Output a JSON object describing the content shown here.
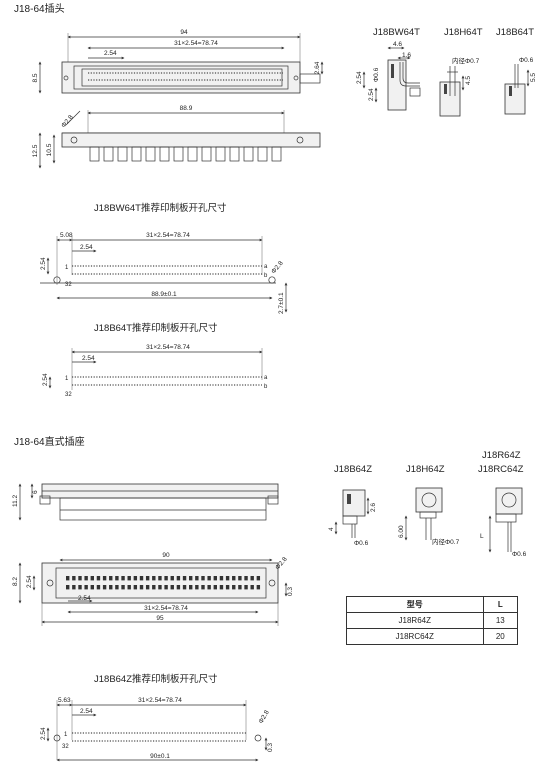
{
  "sections": {
    "plug_title": "J18-64插头",
    "socket_title": "J18-64直式插座"
  },
  "plug": {
    "variants": [
      "J18BW64T",
      "J18H64T",
      "J18B64T"
    ],
    "dims": {
      "overall_length": "94",
      "pin_span": "31×2.54=78.74",
      "pitch": "2.54",
      "height": "8.5",
      "right_height": "2.64",
      "mount_distance": "88.9",
      "mount_hole": "Φ2.8",
      "total_height": "12.5",
      "body_height": "10.5"
    },
    "bw_side": {
      "w1": "4.6",
      "w2": "1.6",
      "pin": "Φ0.6",
      "h1": "2.54",
      "h2": "2.54"
    },
    "h_side": {
      "bore": "内径Φ0.7",
      "len": "4.5"
    },
    "b_side": {
      "pin": "Φ0.6",
      "len": "5.5"
    }
  },
  "pcb_bw64t": {
    "title": "J18BW64T推荐印制板开孔尺寸",
    "dims": {
      "offset": "5.08",
      "pitch": "2.54",
      "span": "31×2.54=78.74",
      "row": "2.54",
      "hole": "Φ2.8",
      "mount": "88.9±0.1",
      "tol": "2.7±0.1",
      "pin_a": "1",
      "pin_b": "32",
      "row_a": "a",
      "row_b": "b"
    }
  },
  "pcb_b64t": {
    "title": "J18B64T推荐印制板开孔尺寸",
    "dims": {
      "span": "31×2.54=78.74",
      "pitch": "2.54",
      "row": "2.54",
      "pin_a": "1",
      "pin_b": "32",
      "row_a": "a",
      "row_b": "b"
    }
  },
  "socket": {
    "variants": [
      "J18B64Z",
      "J18H64Z",
      "J18R64Z",
      "J18RC64Z"
    ],
    "dims": {
      "height": "11.2",
      "inner": "6",
      "length": "90",
      "hole": "Φ2.8",
      "total_height": "8.2",
      "row": "2.54",
      "pitch": "2.54",
      "span": "31×2.54=78.74",
      "overall": "95",
      "offset": "0.3"
    },
    "b_side": {
      "h": "2.6",
      "len": "4",
      "pin": "Φ0.6"
    },
    "h_side": {
      "len": "6.00",
      "bore": "内径Φ0.7"
    },
    "r_side": {
      "len": "L",
      "pin": "Φ0.6"
    }
  },
  "table": {
    "headers": [
      "型号",
      "L"
    ],
    "rows": [
      [
        "J18R64Z",
        "13"
      ],
      [
        "J18RC64Z",
        "20"
      ]
    ]
  },
  "pcb_b64z": {
    "title": "J18B64Z推荐印制板开孔尺寸",
    "dims": {
      "offset": "5.63",
      "pitch": "2.54",
      "span": "31×2.54=78.74",
      "row": "2.54",
      "hole": "Φ2.8",
      "mount": "90±0.1",
      "tol": "0.3",
      "pin_a": "1",
      "pin_b": "32"
    }
  }
}
